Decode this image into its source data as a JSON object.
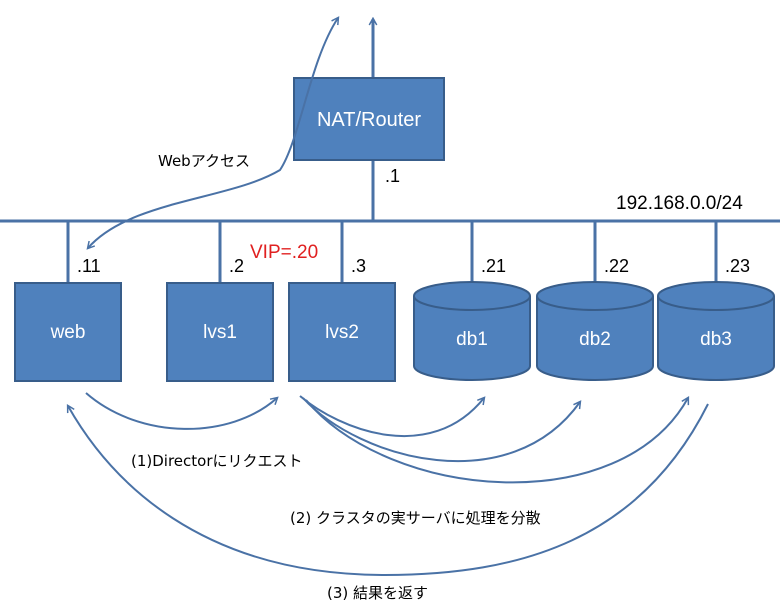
{
  "colors": {
    "node_fill": "#4f81bd",
    "node_stroke": "#385d8a",
    "line": "#4a72a6",
    "vip": "#e02020",
    "text": "#000000"
  },
  "network": {
    "subnet": "192.168.0.0/24"
  },
  "router": {
    "label": "NAT/Router",
    "addr": ".1"
  },
  "servers": [
    {
      "id": "web",
      "label": "web",
      "addr": ".11",
      "shape": "box"
    },
    {
      "id": "lvs1",
      "label": "lvs1",
      "addr": ".2",
      "shape": "box"
    },
    {
      "id": "lvs2",
      "label": "lvs2",
      "addr": ".3",
      "shape": "box"
    },
    {
      "id": "db1",
      "label": "db1",
      "addr": ".21",
      "shape": "cylinder"
    },
    {
      "id": "db2",
      "label": "db2",
      "addr": ".22",
      "shape": "cylinder"
    },
    {
      "id": "db3",
      "label": "db3",
      "addr": ".23",
      "shape": "cylinder"
    }
  ],
  "vip": "VIP=.20",
  "annotations": {
    "web_access": "Webアクセス",
    "step1": "(1)Directorにリクエスト",
    "step2": "(2) クラスタの実サーバに処理を分散",
    "step3": "(3) 結果を返す"
  }
}
